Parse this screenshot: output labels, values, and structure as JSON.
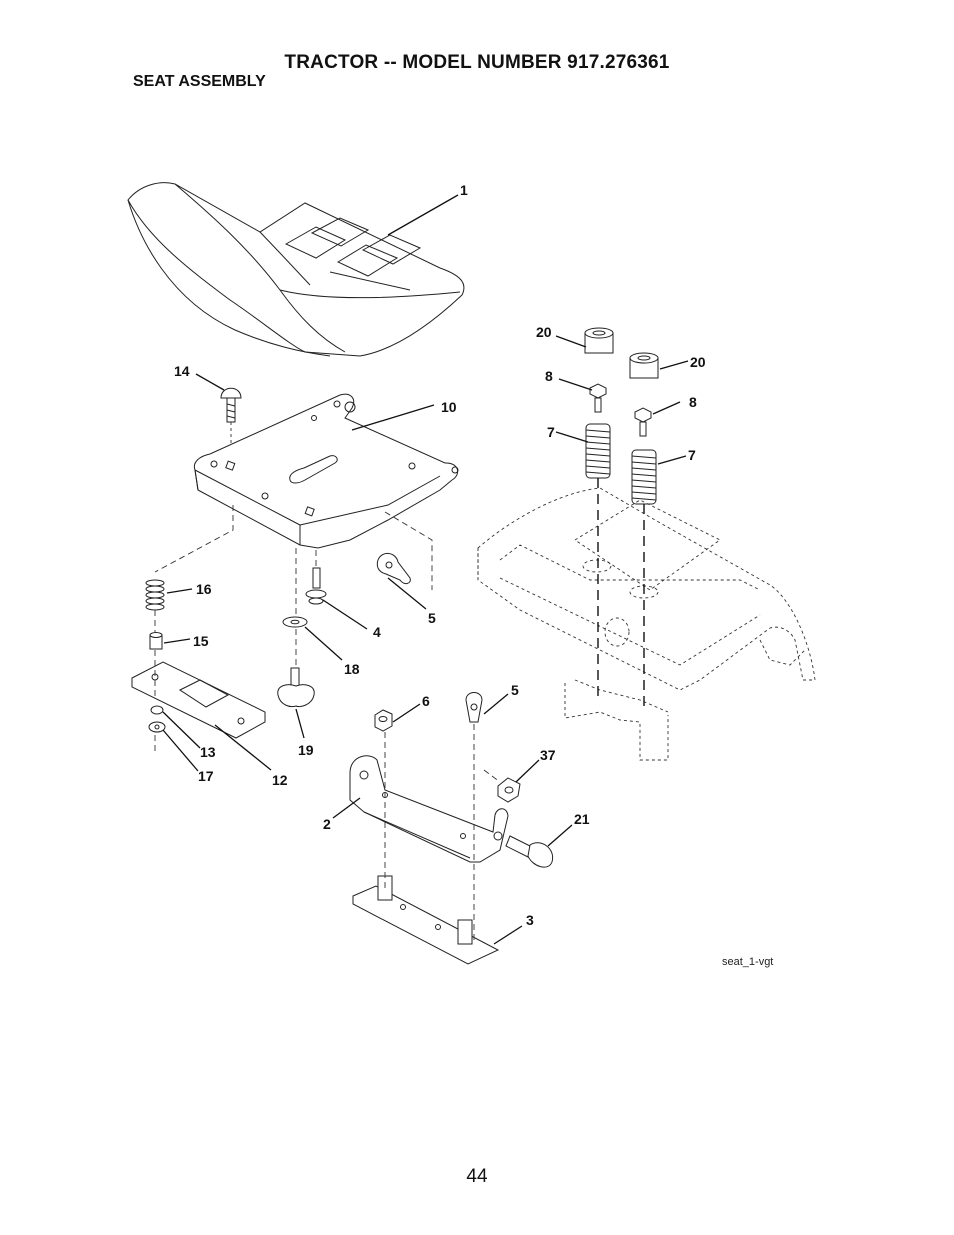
{
  "header": {
    "title": "TRACTOR -- MODEL NUMBER 917.276361",
    "subtitle": "SEAT ASSEMBLY"
  },
  "diagram": {
    "callouts": {
      "c1": "1",
      "c2": "2",
      "c3": "3",
      "c4": "4",
      "c5a": "5",
      "c5b": "5",
      "c6": "6",
      "c7a": "7",
      "c7b": "7",
      "c8a": "8",
      "c8b": "8",
      "c10": "10",
      "c12": "12",
      "c13": "13",
      "c14": "14",
      "c15": "15",
      "c16": "16",
      "c17": "17",
      "c18": "18",
      "c19": "19",
      "c20a": "20",
      "c20b": "20",
      "c21": "21",
      "c37": "37"
    },
    "file_code": "seat_1-vgt"
  },
  "footer": {
    "page_number": "44"
  }
}
